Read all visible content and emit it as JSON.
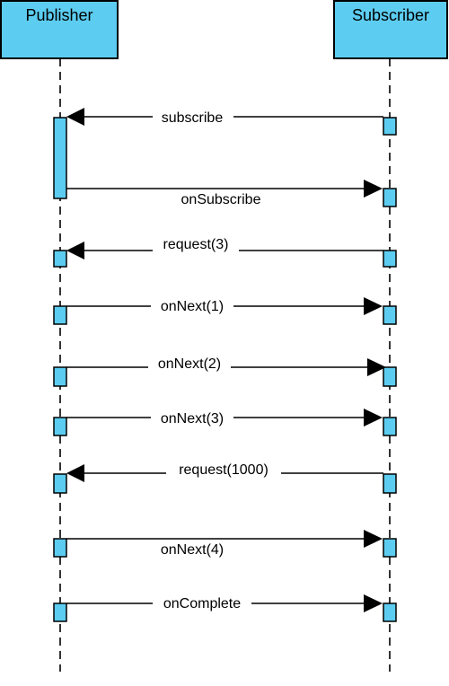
{
  "colors": {
    "box_fill": "#5ccdf0",
    "stroke": "#000000",
    "background": "#ffffff"
  },
  "participants": [
    {
      "id": "publisher",
      "label": "Publisher"
    },
    {
      "id": "subscriber",
      "label": "Subscriber"
    }
  ],
  "messages": [
    {
      "id": "subscribe",
      "label": "subscribe",
      "from": "subscriber",
      "to": "publisher"
    },
    {
      "id": "on-subscribe",
      "label": "onSubscribe",
      "from": "publisher",
      "to": "subscriber"
    },
    {
      "id": "request-3",
      "label": "request(3)",
      "from": "subscriber",
      "to": "publisher"
    },
    {
      "id": "on-next-1",
      "label": "onNext(1)",
      "from": "publisher",
      "to": "subscriber"
    },
    {
      "id": "on-next-2",
      "label": "onNext(2)",
      "from": "publisher",
      "to": "subscriber"
    },
    {
      "id": "on-next-3",
      "label": "onNext(3)",
      "from": "publisher",
      "to": "subscriber"
    },
    {
      "id": "request-1000",
      "label": "request(1000)",
      "from": "subscriber",
      "to": "publisher"
    },
    {
      "id": "on-next-4",
      "label": "onNext(4)",
      "from": "publisher",
      "to": "subscriber"
    },
    {
      "id": "on-complete",
      "label": "onComplete",
      "from": "publisher",
      "to": "subscriber"
    }
  ]
}
